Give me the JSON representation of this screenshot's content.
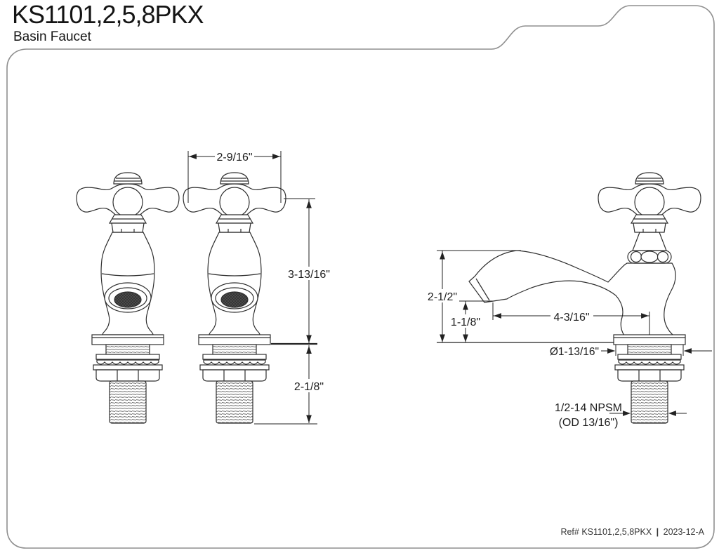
{
  "header": {
    "title": "KS1101,2,5,8PKX",
    "subtitle": "Basin Faucet"
  },
  "footer": {
    "ref": "Ref# KS1101,2,5,8PKX",
    "separator": "|",
    "revision": "2023-12-A"
  },
  "front_view": {
    "dim_handle_width": "2-9/16\"",
    "dim_deck_to_top": "3-13/16\"",
    "dim_shank_length": "2-1/8\""
  },
  "side_view": {
    "dim_deck_to_spout_top": "2-1/2\"",
    "dim_outlet_clearance": "1-1/8\"",
    "dim_spout_reach": "4-3/16\"",
    "dim_flange_diameter": "Ø1-13/16\"",
    "thread_spec_line1": "1/2-14 NPSM",
    "thread_spec_line2": "(OD 13/16\")"
  },
  "colors": {
    "line_art": "#2e2e2e",
    "dimension_lines": "#222222",
    "border": "#8f8f8f",
    "text": "#141414"
  }
}
